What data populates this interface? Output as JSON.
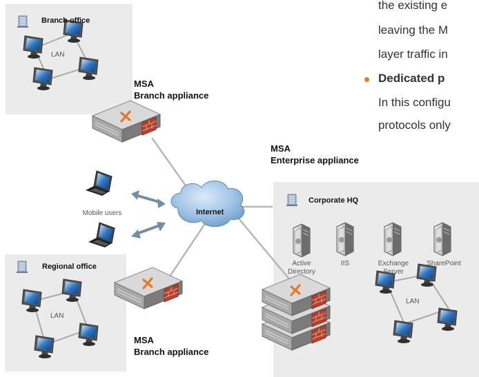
{
  "text": {
    "line1": "the existing e",
    "line2": "leaving the M",
    "line3": "layer traffic in",
    "bullet_heading": "Dedicated p",
    "line4": "In this configu",
    "line5": "protocols only"
  },
  "branch_office": {
    "title": "Branch office",
    "lan": "LAN"
  },
  "regional_office": {
    "title": "Regional office",
    "lan": "LAN"
  },
  "corporate_hq": {
    "title": "Corporate HQ",
    "lan": "LAN",
    "servers": [
      {
        "label": "Active Directory"
      },
      {
        "label": "IIS"
      },
      {
        "label": "Exchange Server"
      },
      {
        "label": "SharePoint"
      }
    ]
  },
  "appliances": {
    "branch_top": {
      "line1": "MSA",
      "line2": "Branch appliance"
    },
    "enterprise": {
      "line1": "MSA",
      "line2": "Enterprise appliance"
    },
    "branch_bottom": {
      "line1": "MSA",
      "line2": "Branch appliance"
    }
  },
  "internet": "Internet",
  "mobile_users": "Mobile users",
  "colors": {
    "box": "#ebebeb",
    "accent": "#e87722",
    "cloud": "#8fb6db",
    "link": "#b7b7b7",
    "arrow": "#6f8fa5"
  }
}
